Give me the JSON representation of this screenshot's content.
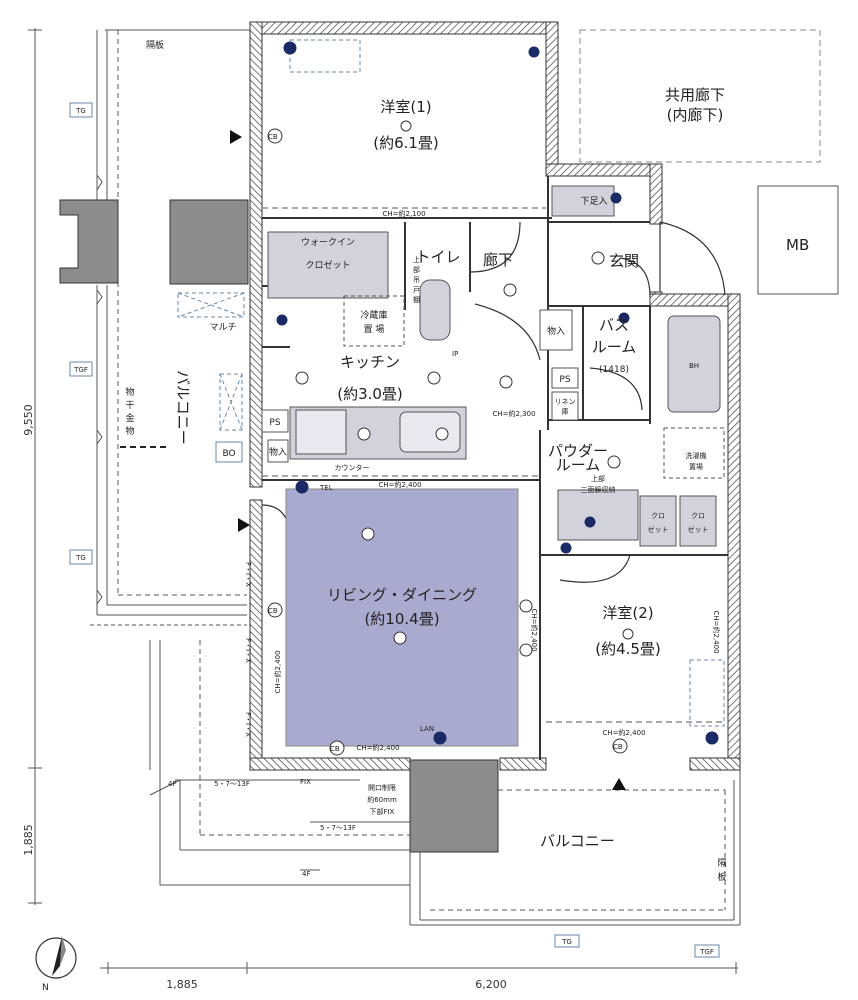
{
  "rooms": {
    "western1_name": "洋室(1)",
    "western1_size": "(約6.1畳)",
    "corridor_common": "共用廊下",
    "corridor_inner": "(内廊下)",
    "mb": "MB",
    "toilet": "トイレ",
    "hallway": "廊下",
    "entrance": "玄関",
    "walkin_1": "ウォークイン",
    "walkin_2": "クロゼット",
    "fridge_1": "冷蔵庫",
    "fridge_2": "置 場",
    "kitchen_name": "キッチン",
    "kitchen_size": "(約3.0畳)",
    "bath_1": "バス",
    "bath_2": "ルーム",
    "bath_3": "(1418)",
    "powder_1": "パウダー",
    "powder_2": "ルーム",
    "living_name": "リビング・ダイニング",
    "living_size": "(約10.4畳)",
    "western2_name": "洋室(2)",
    "western2_size": "(約4.5畳)",
    "balcony_side": "バルコニー",
    "balcony_south": "バルコニー",
    "partition_top": "隔板",
    "partition_1": "隔",
    "partition_2": "板"
  },
  "labels": {
    "shoe_storage": "下足入",
    "ceiling_storage": [
      "上",
      "部",
      "吊",
      "戸",
      "棚"
    ],
    "storage": "物入",
    "ps": "PS",
    "linen_1": "リネン",
    "linen_2": "庫",
    "washer_1": "洗濯機",
    "washer_2": "置場",
    "mirror_1": "上部",
    "mirror_2": "三面鏡収納",
    "closet_1": "クロ",
    "closet_2": "ゼット",
    "counter": "カウンター",
    "multi": "マルチ",
    "bo": "BO",
    "hardware": [
      "物",
      "干",
      "金",
      "物"
    ],
    "ip": "IP",
    "bh": "BH",
    "tel": "TEL",
    "lan": "LAN",
    "cb": "CB",
    "fix": "F・I・X",
    "fix_text": "FIX",
    "opening_1": "開口制限",
    "opening_2": "約60mm",
    "opening_3": "下部FIX",
    "tg": "TG",
    "tgf": "TGF",
    "floor_4f": "4F",
    "floor_5_13f": "5・7～13F",
    "north": "N"
  },
  "ceiling_heights": {
    "ch2100": "CH=約2,100",
    "ch2300": "CH=約2,300",
    "ch2400": "CH=約2,400"
  },
  "dimensions": {
    "left_top": "9,550",
    "left_bottom": "1,885",
    "bottom_left": "1,885",
    "bottom_right": "6,200"
  },
  "colors": {
    "living_fill": "#a9aad0",
    "fixture_fill": "#d2d2dc",
    "wall": "#333333",
    "column": "#8c8c8c"
  }
}
